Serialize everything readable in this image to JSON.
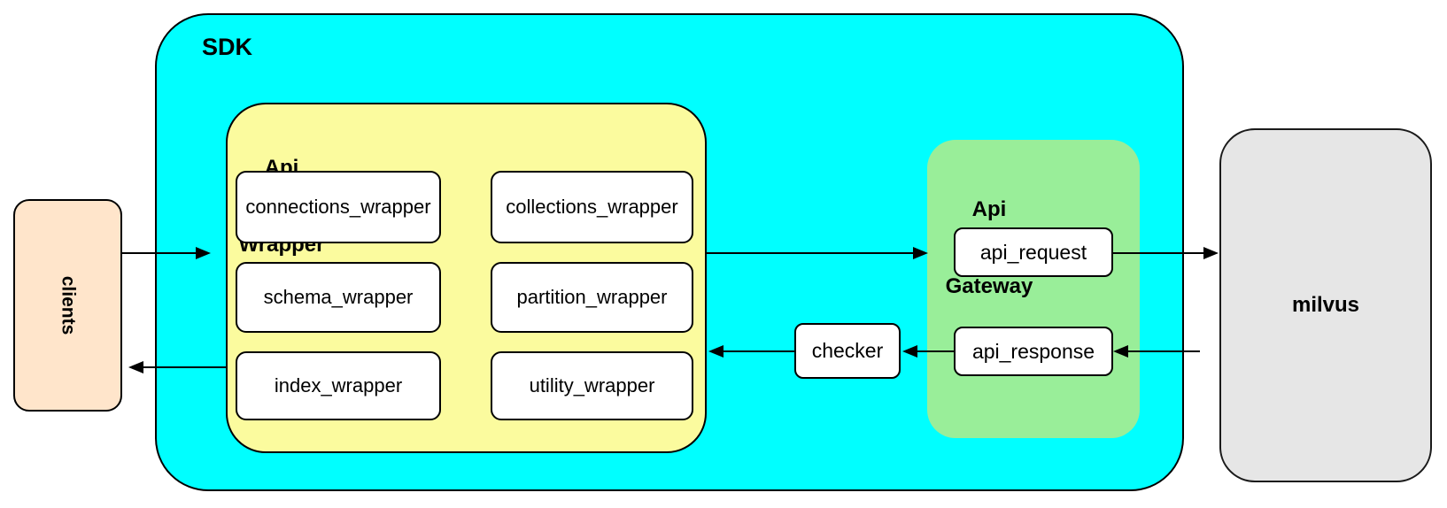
{
  "colors": {
    "sdk_fill": "#00FFFF",
    "api_wrapper_fill": "#FBFB9E",
    "api_gateway_fill": "#99EE99",
    "clients_fill": "#FFE5CB",
    "milvus_fill": "#E6E6E6",
    "node_fill": "#FFFFFF",
    "line": "#000000"
  },
  "nodes": {
    "clients": {
      "label": "clients"
    },
    "sdk": {
      "label": "SDK"
    },
    "api_wrapper": {
      "label_line1": "Api",
      "label_line2": "Wrapper"
    },
    "api_gateway": {
      "label_line1": "Api",
      "label_line2": "Gateway"
    },
    "wrappers": [
      "connections_wrapper",
      "collections_wrapper",
      "schema_wrapper",
      "partition_wrapper",
      "index_wrapper",
      "utility_wrapper"
    ],
    "checker": {
      "label": "checker"
    },
    "api_request": {
      "label": "api_request"
    },
    "api_response": {
      "label": "api_response"
    },
    "milvus": {
      "label": "milvus"
    }
  },
  "edges": [
    {
      "from": "clients",
      "to": "sdk"
    },
    {
      "from": "api_wrapper",
      "to": "api_gateway"
    },
    {
      "from": "api_request",
      "to": "milvus"
    },
    {
      "from": "milvus",
      "to": "api_response"
    },
    {
      "from": "api_response",
      "to": "checker"
    },
    {
      "from": "checker",
      "to": "api_wrapper"
    },
    {
      "from": "api_wrapper",
      "to": "clients"
    }
  ]
}
